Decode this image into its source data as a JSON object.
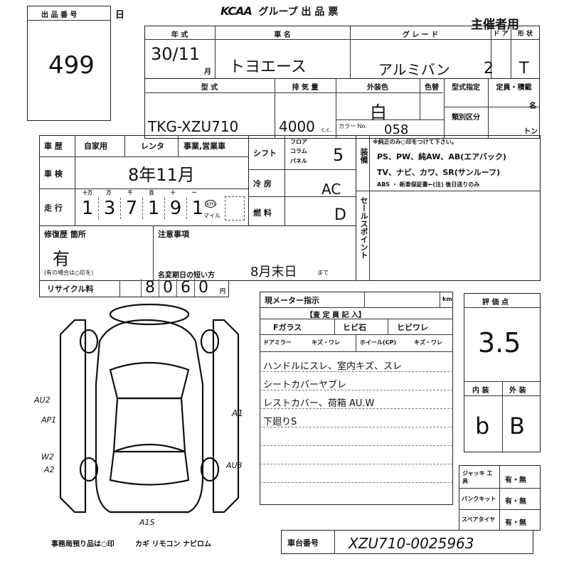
{
  "header": {
    "lot_label": "出 品 番 号",
    "lot_number": "499",
    "day_suffix": "日",
    "title_logo": "KCAA",
    "title_text": "グループ 出 品 票",
    "organizer": "主催者用"
  },
  "row1": {
    "year_label": "年 式",
    "car_name_label": "車 名",
    "grade_label": "グ レ ー ド",
    "door_label": "ド ア",
    "shape_label": "形 状",
    "year_value": "30/11",
    "month_suffix": "月",
    "car_name_value": "トヨエース",
    "grade_value": "アルミバン",
    "door_value": "2",
    "shape_value": "T"
  },
  "row2": {
    "model_label": "型 式",
    "displacement_label": "排 気 量",
    "exterior_color_label": "外装色",
    "color_change_label": "色替",
    "model_designation_label": "型式指定",
    "capacity_label": "定員・積載",
    "class_label": "類別区分",
    "person_unit": "名",
    "ton_unit": "トン",
    "cc_unit": "c.c.",
    "color_no_label": "カラー No.",
    "model_value": "TKG-XZU710",
    "displacement_value": "4000",
    "exterior_color_value": "白",
    "color_no_value": "058"
  },
  "history": {
    "history_label": "車 歴",
    "private_label": "自家用",
    "rental_label": "レンタ",
    "business_label": "事業,営業車",
    "inspection_label": "車 検",
    "inspection_value": "8年11月",
    "mileage_label": "走 行",
    "digit_labels": [
      "十万",
      "万",
      "千",
      "百",
      "十",
      "一"
    ],
    "mileage_digits": [
      "1",
      "3",
      "7",
      "1",
      "9",
      "1"
    ],
    "km_label": "km",
    "mile_label": "マイル"
  },
  "transmission": {
    "shift_label": "シフト",
    "floor_label": "フロア",
    "column_label": "コラム",
    "panel_label": "パネル",
    "shift_value": "5",
    "ac_label": "冷 房",
    "ac_value": "AC",
    "fuel_label": "燃 料",
    "fuel_value": "D"
  },
  "equipment": {
    "side_label": "装備",
    "note": "※純正のみ○印をつけて下さい。",
    "line1": "PS、PW、純AW、AB(エアバック)",
    "line2": "TV、ナビ、カワ、SR(サンルーフ)",
    "line3": "ABS ・ 新車保証書←(注) 後日送りのみ",
    "sales_point_label": "セールスポイント"
  },
  "repair": {
    "repair_label": "修復歴 箇所",
    "repair_value": "有",
    "repair_note": "(有の場合は○印を)",
    "notes_label": "注意事項",
    "expiry_label": "名変期日の短い方",
    "expiry_value": "8月末日",
    "expiry_suffix": "まで",
    "recycle_label": "リサイクル料",
    "recycle_digits": [
      "8",
      "0",
      "6",
      "0"
    ],
    "yen_label": "円"
  },
  "inspector": {
    "meter_label": "現メーター指示",
    "meter_unit": "km",
    "inspector_entry_label": "【査 定 員 記 入】",
    "fglass_label": "Fガラス",
    "stone_label": "ヒビ石",
    "crack_label": "ヒビワレ",
    "door_mirror_label": "ドアミラー",
    "door_mirror_opts": "キズ・ワレ",
    "wheel_label": "ホイール(CP)",
    "wheel_opts": "キズ・ワレ",
    "comments": [
      "ハンドルにスレ、室内キズ、スレ",
      "シートカバーヤブレ",
      "レストカバー、荷箱 AU.W",
      "下廻りS"
    ]
  },
  "score": {
    "score_label": "評 価 点",
    "score_value": "3.5",
    "interior_label": "内 装",
    "exterior_label": "外 装",
    "interior_value": "b",
    "exterior_value": "B"
  },
  "accessories": {
    "jack_label": "ジャッキ 工 具",
    "puncture_label": "パンクキット",
    "spare_label": "スペアタイヤ",
    "yes_no": "有・無"
  },
  "diagram": {
    "annotations": [
      "AU2",
      "AP1",
      "W2",
      "A2",
      "A1",
      "AU3",
      "A1S"
    ],
    "office_note": "事務局預り品は○印",
    "items": "カギ リモコン ナビロム"
  },
  "chassis": {
    "chassis_label": "車台番号",
    "chassis_value": "XZU710-0025963"
  }
}
